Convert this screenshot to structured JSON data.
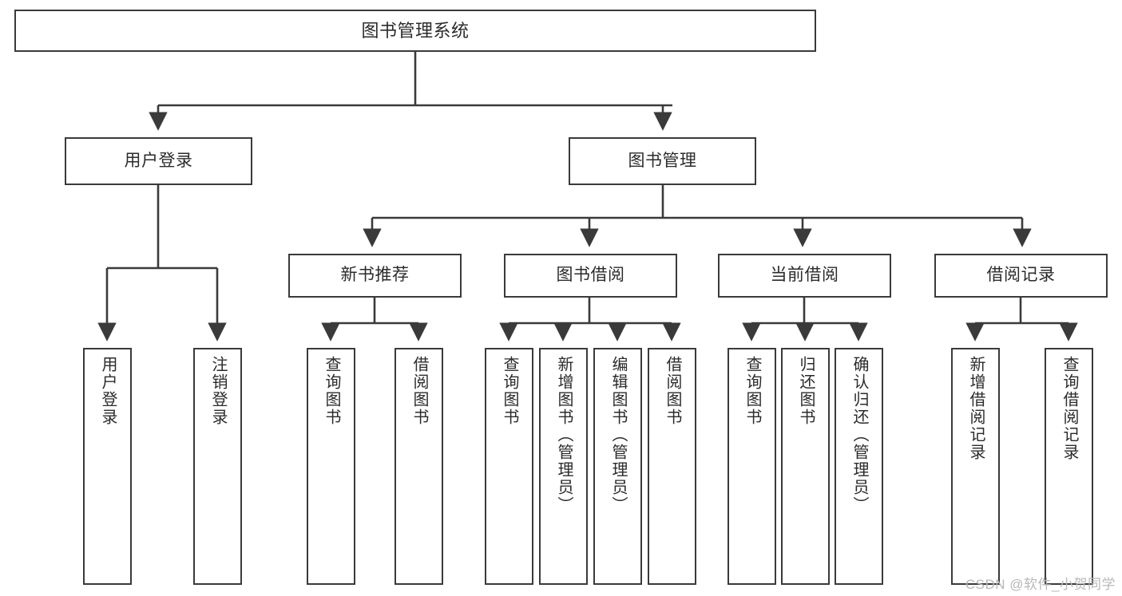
{
  "diagram": {
    "title": "图书管理系统",
    "type": "tree",
    "watermark": "CSDN @软件_小贺同学",
    "colors": {
      "box_border": "#3a3a3a",
      "box_fill": "#ffffff",
      "connector": "#3a3a3a",
      "text": "#2b2b2b",
      "watermark": "#b8b8b8",
      "background": "#ffffff"
    },
    "nodes": {
      "root": {
        "label": "图书管理系统"
      },
      "level2": [
        {
          "id": "user-login",
          "label": "用户登录"
        },
        {
          "id": "book-manage",
          "label": "图书管理"
        }
      ],
      "level3": [
        {
          "id": "new-book-recommend",
          "label": "新书推荐"
        },
        {
          "id": "book-borrow",
          "label": "图书借阅"
        },
        {
          "id": "current-borrow",
          "label": "当前借阅"
        },
        {
          "id": "borrow-record",
          "label": "借阅记录"
        }
      ],
      "leaves": {
        "user-login": [
          {
            "id": "leaf-user-login",
            "label": "用户登录"
          },
          {
            "id": "leaf-logout-login",
            "label": "注销登录"
          }
        ],
        "new-book-recommend": [
          {
            "id": "leaf-query-book-1",
            "label": "查询图书"
          },
          {
            "id": "leaf-borrow-book-1",
            "label": "借阅图书"
          }
        ],
        "book-borrow": [
          {
            "id": "leaf-query-book-2",
            "label": "查询图书"
          },
          {
            "id": "leaf-add-book",
            "label": "新增图书（管理员）"
          },
          {
            "id": "leaf-edit-book",
            "label": "编辑图书（管理员）"
          },
          {
            "id": "leaf-borrow-book-2",
            "label": "借阅图书"
          }
        ],
        "current-borrow": [
          {
            "id": "leaf-query-book-3",
            "label": "查询图书"
          },
          {
            "id": "leaf-return-book",
            "label": "归还图书"
          },
          {
            "id": "leaf-confirm-return",
            "label": "确认归还（管理员）"
          }
        ],
        "borrow-record": [
          {
            "id": "leaf-add-borrow-record",
            "label": "新增借阅记录"
          },
          {
            "id": "leaf-query-borrow-record",
            "label": "查询借阅记录"
          }
        ]
      }
    }
  }
}
